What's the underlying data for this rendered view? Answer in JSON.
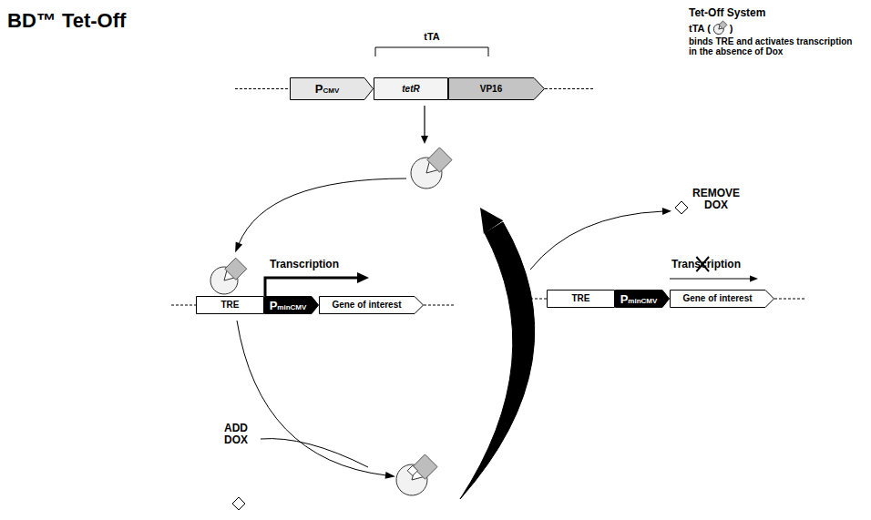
{
  "diagram": {
    "title": "BD™ Tet-Off",
    "nodes": [
      {
        "text": [
          "PCMV"
        ]
      },
      {
        "text": [
          "tetR"
        ]
      },
      {
        "text": [
          "VP16"
        ]
      },
      {
        "text": [
          "TRE"
        ]
      },
      {
        "text": [
          "PminCMV"
        ]
      },
      {
        "text": [
          "Gene of interest"
        ]
      },
      {
        "text": [
          "TRE"
        ]
      },
      {
        "text": [
          "PminCMV"
        ]
      },
      {
        "text": [
          "Gene of interest"
        ]
      }
    ],
    "labels": [
      "tTA",
      "Tet-Off System",
      "tTA (",
      ")",
      "binds TRE and activates transcription in the absence of Dox",
      "Transcription",
      "Transcription",
      "REMOVE DOX",
      "ADD DOX"
    ]
  }
}
